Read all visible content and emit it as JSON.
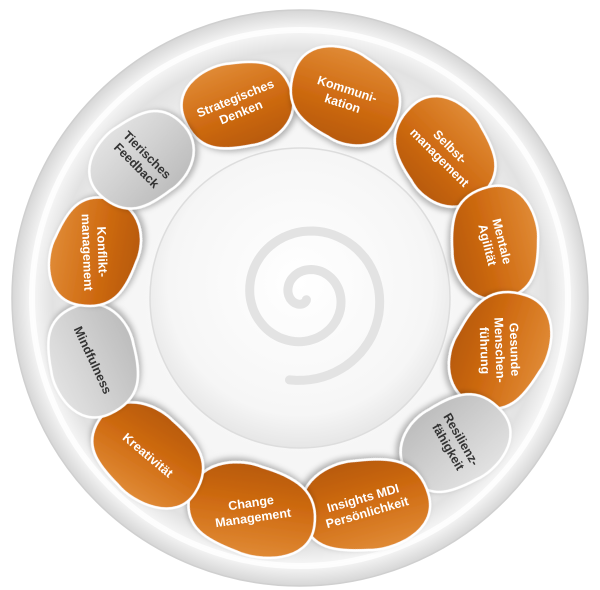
{
  "colors": {
    "orange": "#cf6b12",
    "orange_light": "#e08a35",
    "gray": "#c6c6c6",
    "gray_light": "#dcdcdc",
    "text_on_orange": "#ffffff",
    "text_on_gray": "#333333"
  },
  "segments": [
    {
      "id": "strategisches-denken",
      "lines": [
        "Strategisches",
        "Denken"
      ],
      "variant": "orange"
    },
    {
      "id": "kommunikation",
      "lines": [
        "Kommuni-",
        "kation"
      ],
      "variant": "orange"
    },
    {
      "id": "selbstmanagement",
      "lines": [
        "Selbst-",
        "management"
      ],
      "variant": "orange"
    },
    {
      "id": "mentale-agilitaet",
      "lines": [
        "Mentale",
        "Agilität"
      ],
      "variant": "orange"
    },
    {
      "id": "gesunde-menschenfuehrung",
      "lines": [
        "Gesunde",
        "Menschen-",
        "führung"
      ],
      "variant": "orange"
    },
    {
      "id": "resilienzfaehigkeit",
      "lines": [
        "Resilienz-",
        "fähigkeit"
      ],
      "variant": "gray"
    },
    {
      "id": "insights-mdi",
      "lines": [
        "Insights MDI",
        "Persönlichkeit"
      ],
      "variant": "orange"
    },
    {
      "id": "change-management",
      "lines": [
        "Change",
        "Management"
      ],
      "variant": "orange"
    },
    {
      "id": "kreativitaet",
      "lines": [
        "Kreativität"
      ],
      "variant": "orange"
    },
    {
      "id": "mindfulness",
      "lines": [
        "Mindfulness"
      ],
      "variant": "gray"
    },
    {
      "id": "konfliktmanagement",
      "lines": [
        "Konflikt-",
        "management"
      ],
      "variant": "orange"
    },
    {
      "id": "tierisches-feedback",
      "lines": [
        "Tierisches",
        "Feedback"
      ],
      "variant": "gray"
    }
  ]
}
